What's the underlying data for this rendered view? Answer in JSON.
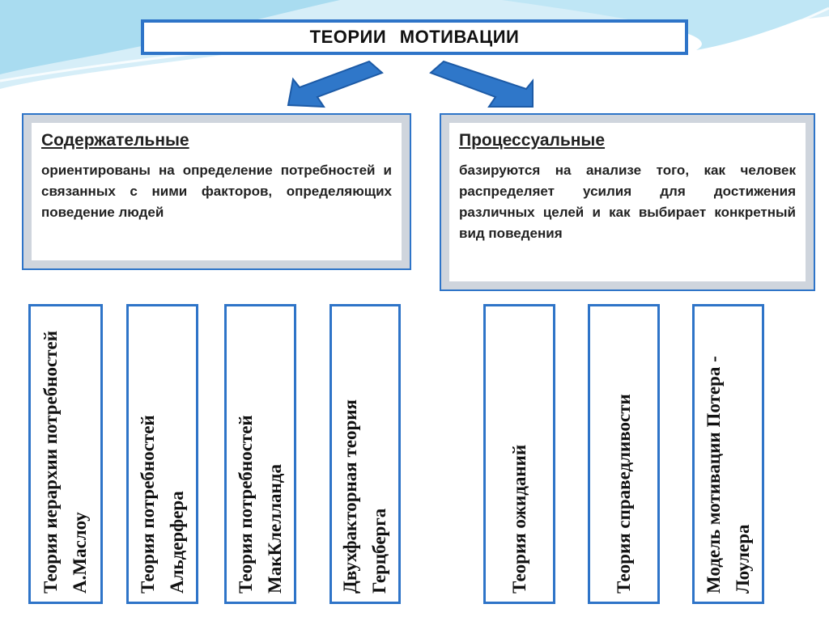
{
  "title": "ТЕОРИИ   МОТИВАЦИИ",
  "colors": {
    "border_blue": "#2e74c8",
    "arrow_blue": "#2f77c9",
    "bevel_gray": "#cfd5dd",
    "wave_light": "#bfe6f5"
  },
  "icons": [
    "arrow-down-left-icon",
    "arrow-down-right-icon"
  ],
  "groups": [
    {
      "heading": "Содержательные",
      "description": "ориентированы на определение потребностей и связанных с ними факторов, определяющих поведение людей"
    },
    {
      "heading": "Процессуальные",
      "description": "базируются на анализе того, как человек распределяет усилия для достижения различных целей и как выбирает конкретный вид поведения"
    }
  ],
  "theories": [
    "Теория иерархии потребностей А.Маслоу",
    "Теория потребностей Альдерфера",
    "Теория потребностей МакКлелланда",
    "Двухфакторная теория Герцберга",
    "Теория ожиданий",
    "Теория справедливости",
    "Модель мотивации Потера - Лоулера"
  ]
}
